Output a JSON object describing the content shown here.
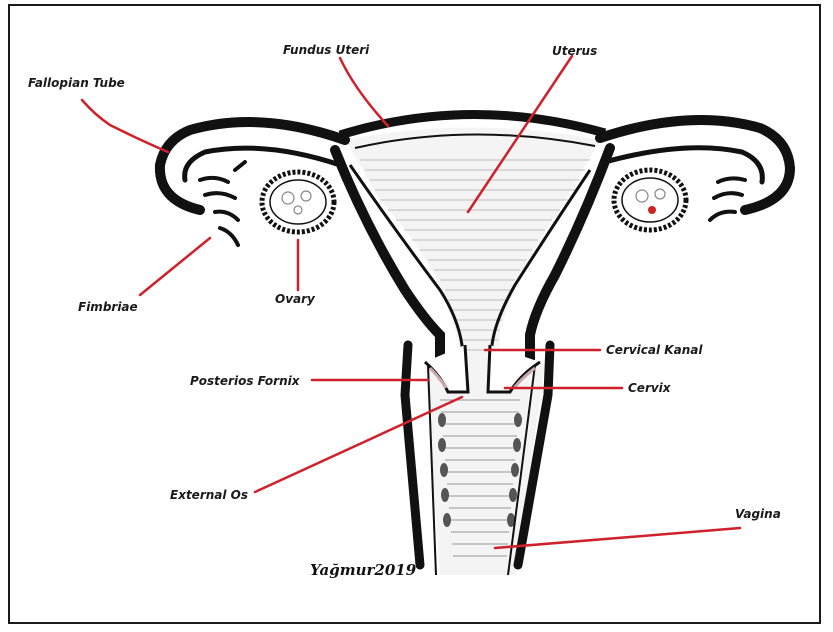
{
  "diagram": {
    "labels": {
      "fallopian_tube": "Fallopian Tube",
      "fundus_uteri": "Fundus Uteri",
      "uterus": "Uterus",
      "fimbriae": "Fimbriae",
      "ovary": "Ovary",
      "cervical_kanal": "Cervical Kanal",
      "posterios_fornix": "Posterios Fornix",
      "cervix": "Cervix",
      "external_os": "External Os",
      "vagina": "Vagina"
    },
    "signature": "Yağmur2019",
    "colors": {
      "outline": "#111111",
      "leader_line": "#d0202a",
      "tissue_fill": "#f2f2f2",
      "fiber_line": "#bdbdbd"
    }
  }
}
